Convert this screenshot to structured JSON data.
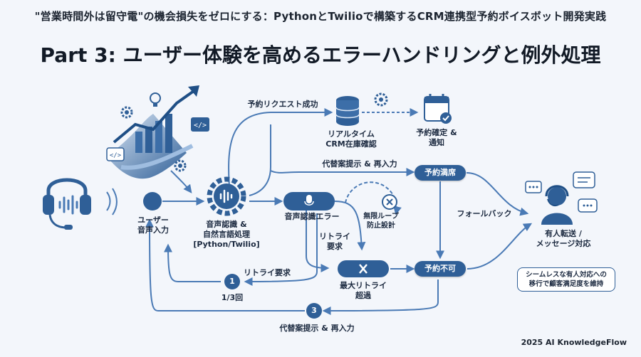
{
  "header": {
    "subtitle": "\"営業時間外は留守電\"の機会損失をゼロにする：PythonとTwilioで構築するCRM連携型予約ボイスボット開発実践",
    "title": "Part 3: ユーザー体験を高めるエラーハンドリングと例外処理"
  },
  "nodes": {
    "user_input": "ユーザー\n音声入力",
    "nlp": "音声認識 &\n自然言語処理\n[Python/Twilio]",
    "crm": "リアルタイム\nCRM在庫確認",
    "confirm": "予約確定 &\n通知",
    "full": "予約満席",
    "speech_error": "音声認識エラー",
    "loop_guard": "無限ループ\n防止設計",
    "max_retry": "最大リトライ\n超過",
    "unavailable": "予約不可",
    "human": "有人転送 /\nメッセージ対応",
    "human_note": "シームレスな有人対応への\n移行で顧客満足度を維持",
    "step1": "1",
    "step1_count": "1/3回",
    "step3": "3"
  },
  "edges": {
    "success": "予約リクエスト成功",
    "alternative_top": "代替案提示 & 再入力",
    "fallback": "フォールバック",
    "retry": "リトライ\n要求",
    "retry_request": "リトライ要求",
    "alternative_bottom": "代替案提示 & 再入力"
  },
  "footer": {
    "brand": "2025 AI KnowledgeFlow"
  },
  "colors": {
    "accent": "#2f5f97",
    "line": "#4a7ab5",
    "bg": "#f3f6fb"
  },
  "icons": [
    "headset-icon",
    "chart-icon",
    "gear-icon",
    "lightbulb-icon",
    "code-icon",
    "database-icon",
    "calendar-check-icon",
    "microphone-icon",
    "close-icon",
    "agent-icon",
    "chat-bubble-icon"
  ]
}
